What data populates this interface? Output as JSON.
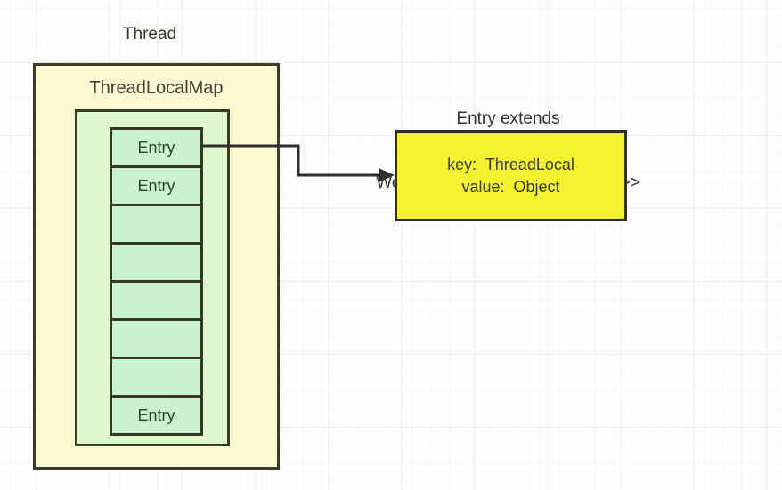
{
  "diagram": {
    "thread_label": "Thread",
    "map_box": {
      "title": "ThreadLocalMap"
    },
    "entries": [
      {
        "label": "Entry"
      },
      {
        "label": "Entry"
      },
      {
        "label": ""
      },
      {
        "label": ""
      },
      {
        "label": ""
      },
      {
        "label": ""
      },
      {
        "label": ""
      },
      {
        "label": "Entry"
      }
    ],
    "entry_note": {
      "line1": "Entry extends",
      "line2": "WeakReference<ThreadLocal<?>>"
    },
    "detail_box": {
      "line1": "key:  ThreadLocal",
      "line2": "value:  Object"
    },
    "colors": {
      "outer_box_fill": "#fbfad2",
      "inner_box_fill": "#def7cc",
      "entry_cell_fill": "#c9f2cf",
      "detail_box_fill": "#f2f22f",
      "border_dark": "#383d24",
      "arrow": "#2e2e2e",
      "grid_line": "#ebebeb"
    }
  }
}
